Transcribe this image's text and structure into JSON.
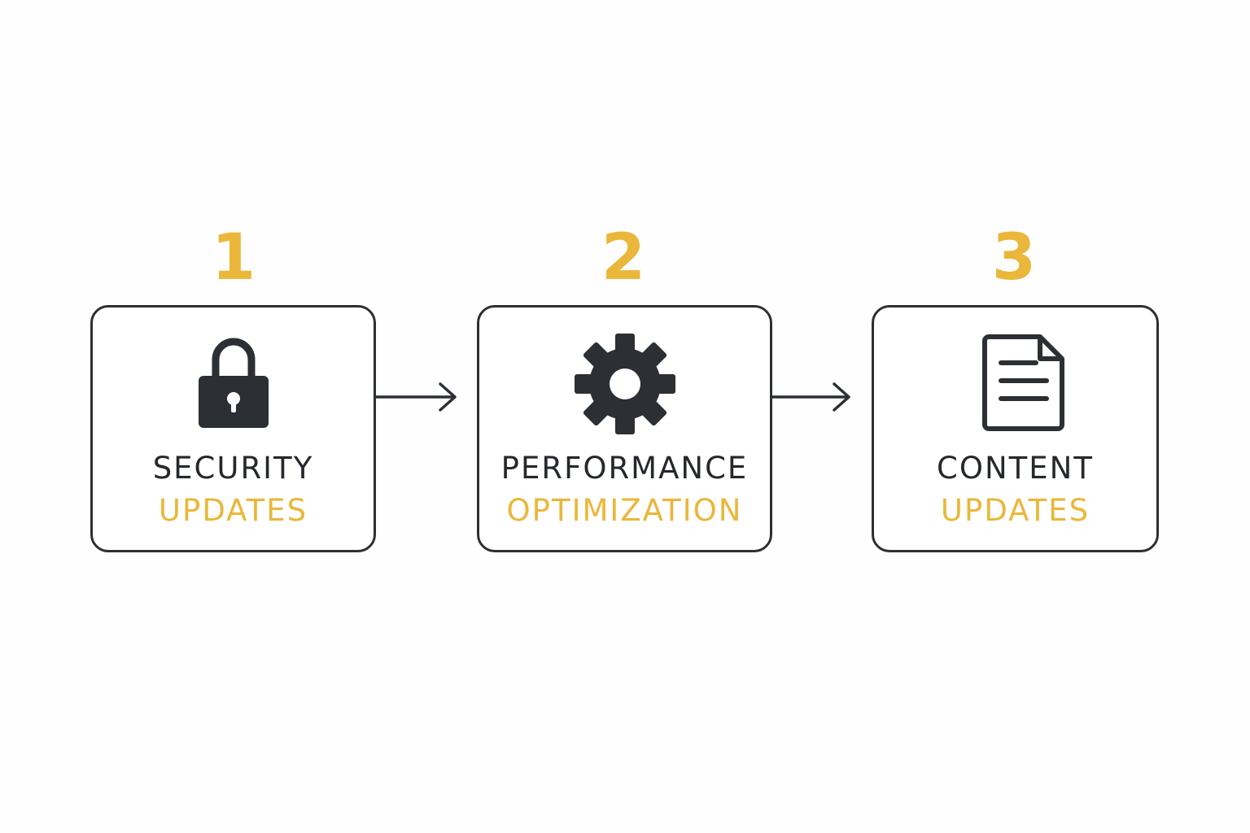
{
  "colors": {
    "accent": "#eab73a",
    "ink": "#2c2f33",
    "background": "#fefefe"
  },
  "steps": [
    {
      "number": "1",
      "title": "SECURITY",
      "subtitle": "UPDATES",
      "icon": "lock-icon"
    },
    {
      "number": "2",
      "title": "PERFORMANCE",
      "subtitle": "OPTIMIZATION",
      "icon": "gear-icon"
    },
    {
      "number": "3",
      "title": "CONTENT",
      "subtitle": "UPDATES",
      "icon": "document-icon"
    }
  ],
  "connectors": [
    {
      "from": "1",
      "to": "2",
      "icon": "arrow-right-icon"
    },
    {
      "from": "2",
      "to": "3",
      "icon": "arrow-right-icon"
    }
  ]
}
